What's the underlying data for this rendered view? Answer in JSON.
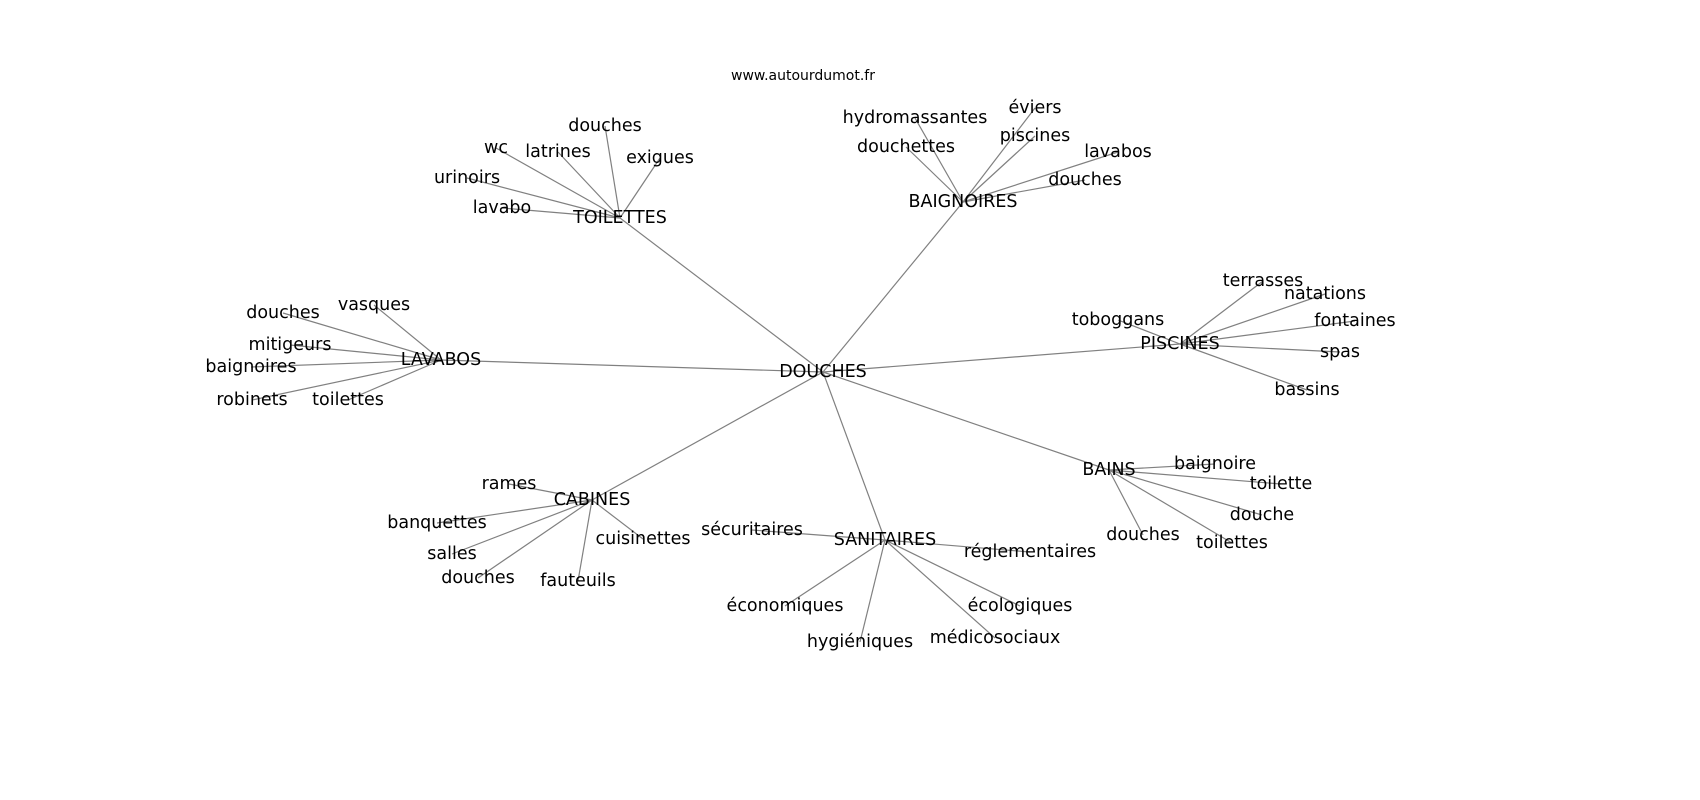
{
  "title": "www.autourdumot.fr",
  "center": "DOUCHES",
  "edge_color": "#808080",
  "groups": [
    {
      "hub": "TOILETTES",
      "leaves": [
        "wc",
        "latrines",
        "douches",
        "exigues",
        "urinoirs",
        "lavabo"
      ]
    },
    {
      "hub": "BAIGNOIRES",
      "leaves": [
        "hydromassantes",
        "éviers",
        "piscines",
        "lavabos",
        "douchettes",
        "douches"
      ]
    },
    {
      "hub": "PISCINES",
      "leaves": [
        "terrasses",
        "natations",
        "toboggans",
        "fontaines",
        "spas",
        "bassins"
      ]
    },
    {
      "hub": "LAVABOS",
      "leaves": [
        "douches",
        "vasques",
        "mitigeurs",
        "baignoires",
        "robinets",
        "toilettes"
      ]
    },
    {
      "hub": "BAINS",
      "leaves": [
        "baignoire",
        "toilette",
        "douche",
        "douches",
        "toilettes"
      ]
    },
    {
      "hub": "CABINES",
      "leaves": [
        "rames",
        "banquettes",
        "salles",
        "douches",
        "fauteuils",
        "cuisinettes"
      ]
    },
    {
      "hub": "SANITAIRES",
      "leaves": [
        "sécuritaires",
        "réglementaires",
        "économiques",
        "hygiéniques",
        "médicosociaux",
        "écologiques"
      ]
    }
  ]
}
